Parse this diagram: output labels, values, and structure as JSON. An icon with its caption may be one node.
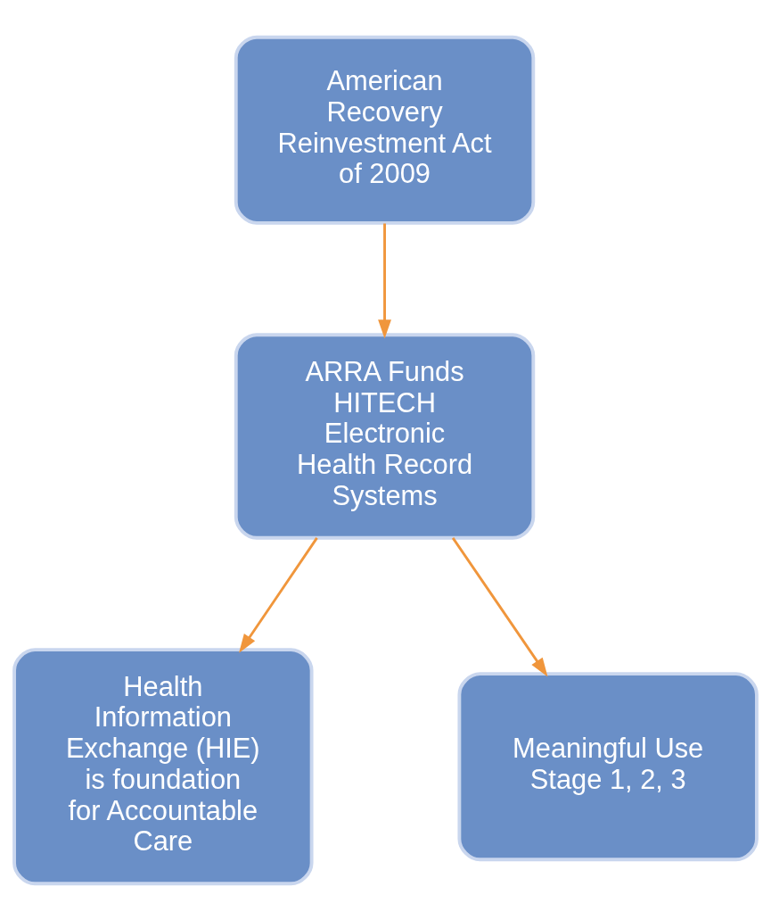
{
  "diagram": {
    "nodes": [
      {
        "text": [
          "American Recovery Reinvestment Act of 2009"
        ]
      },
      {
        "text": [
          "ARRA Funds HITECH Electronic Health Record Systems"
        ]
      },
      {
        "text": [
          "Health Information Exchange (HIE) is foundation for Accountable Care"
        ]
      },
      {
        "text": [
          "Meaningful Use Stage 1, 2, 3"
        ]
      }
    ],
    "edges": [
      {
        "from": 0,
        "to": 1,
        "arrow": "to"
      },
      {
        "from": 1,
        "to": 2,
        "arrow": "to"
      },
      {
        "from": 1,
        "to": 3,
        "arrow": "to"
      }
    ]
  }
}
